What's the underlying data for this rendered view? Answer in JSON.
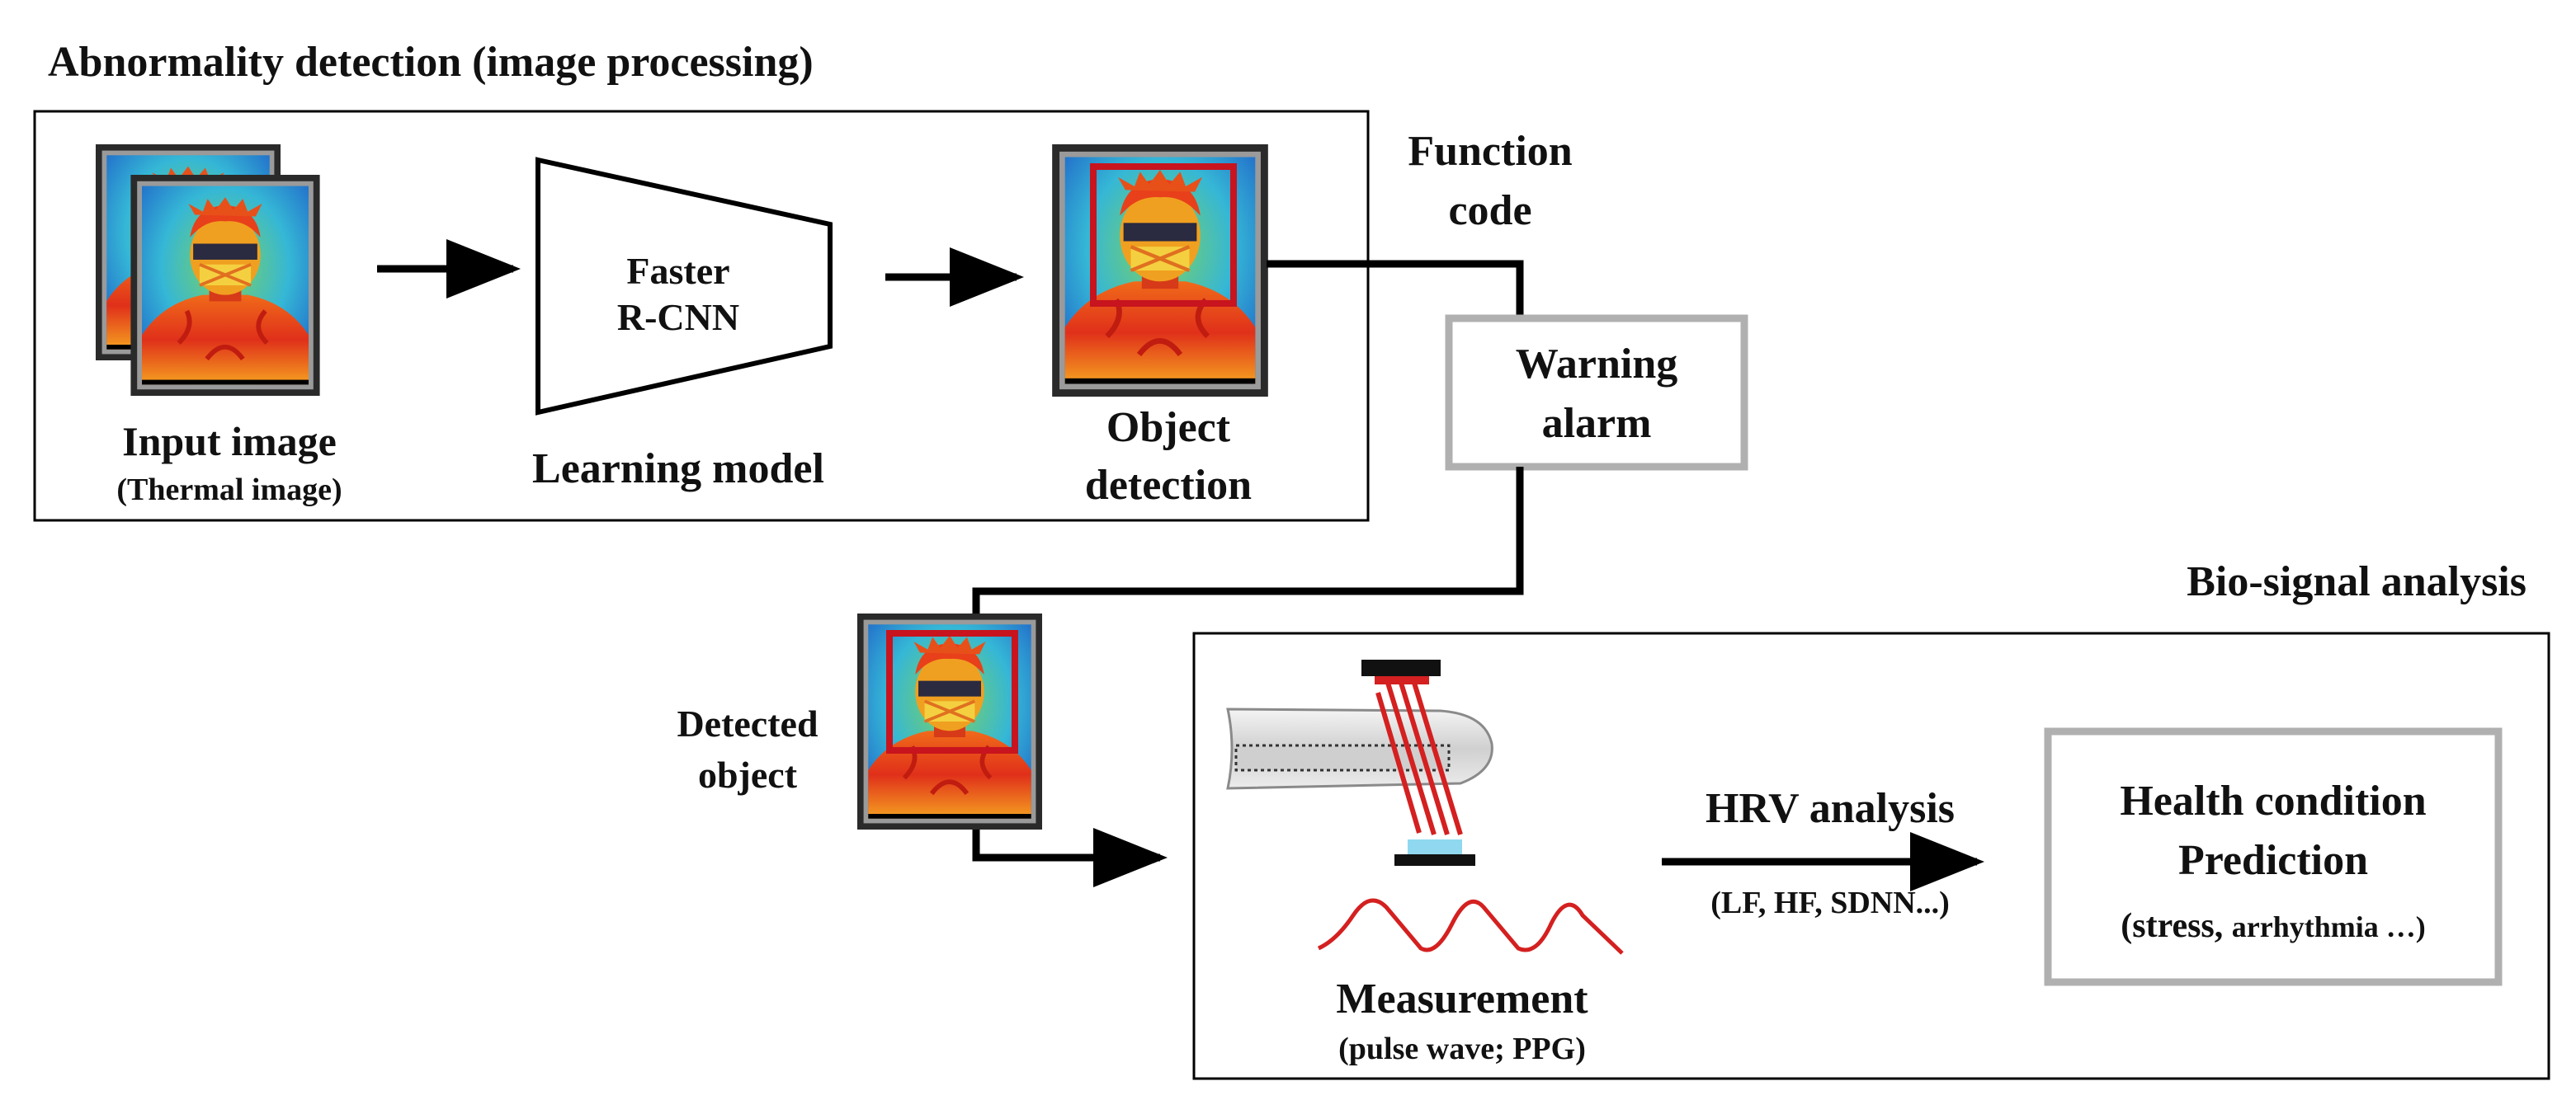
{
  "sections": {
    "abnormality_title": "Abnormality  detection (image processing)",
    "biosignal_title": "Bio-signal analysis"
  },
  "input_image": {
    "label": "Input image",
    "sublabel": "(Thermal image)"
  },
  "learning_model": {
    "line1": "Faster",
    "line2": "R-CNN",
    "label": "Learning model"
  },
  "object_detection": {
    "line1": "Object",
    "line2": "detection"
  },
  "function_code": {
    "line1": "Function",
    "line2": "code"
  },
  "warning_alarm": {
    "line1": "Warning",
    "line2": "alarm"
  },
  "detected_object": {
    "line1": "Detected",
    "line2": "object"
  },
  "measurement": {
    "label": "Measurement",
    "sublabel": "(pulse wave; PPG)"
  },
  "hrv": {
    "label": "HRV analysis",
    "sublabel": "(LF, HF, SDNN...)"
  },
  "health": {
    "line1": "Health condition",
    "line2": "Prediction",
    "sublabel_a": "(stress,",
    "sublabel_b": "arrhythmia  …)"
  },
  "colors": {
    "frame_border": "#000000",
    "alarm_border": "#b0b0b0",
    "detection_box": "#c8141e",
    "ppg_wave": "#d42020",
    "thermal_bg": "#3ba6e6",
    "thermal_body": "#e8401a"
  }
}
